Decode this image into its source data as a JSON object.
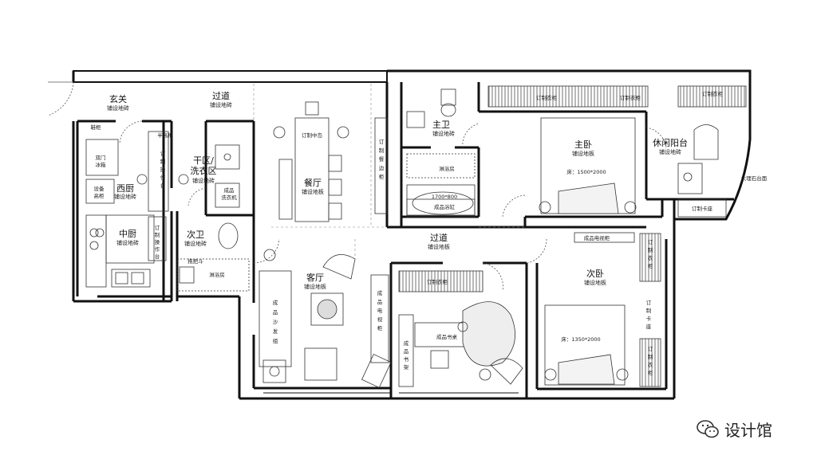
{
  "rooms": {
    "entrance": {
      "name": "玄关",
      "floor": "铺设地砖"
    },
    "corridor_top": {
      "name": "过道",
      "floor": "铺设地砖"
    },
    "western_kitchen": {
      "name": "西厨",
      "floor": "铺设地砖"
    },
    "chinese_kitchen": {
      "name": "中厨",
      "floor": "铺设地砖"
    },
    "dry_laundry": {
      "name": "干区/",
      "name2": "洗衣区",
      "floor": "铺设地砖"
    },
    "dining": {
      "name": "餐厅",
      "floor": "铺设地板"
    },
    "master_bath": {
      "name": "主卫",
      "floor": "铺设地砖"
    },
    "master_bed": {
      "name": "主卧",
      "floor": "铺设地板",
      "bed": "床：1500*2000"
    },
    "leisure_balcony": {
      "name": "休闲阳台",
      "floor": "铺设地砖"
    },
    "second_bath": {
      "name": "次卫",
      "floor": "铺设地砖"
    },
    "corridor_mid": {
      "name": "过道",
      "floor": "铺设地板"
    },
    "living": {
      "name": "客厅",
      "floor": "铺设地板"
    },
    "second_bed": {
      "name": "次卧",
      "floor": "铺设地板",
      "bed": "床：1350*2000"
    }
  },
  "furniture": {
    "shoe_cabinet": "鞋柜",
    "fridge": [
      "双门",
      "冰箱"
    ],
    "tall_cabinet": "半高柜",
    "custom_counter": [
      "订",
      "制",
      "操",
      "作",
      "台"
    ],
    "equipment_cabinet": [
      "设备",
      "高柜"
    ],
    "custom_counter2": [
      "订",
      "制",
      "操",
      "作",
      "台"
    ],
    "washer": [
      "成品",
      "洗衣机"
    ],
    "custom_island": "订制中岛",
    "sideboard": [
      "订",
      "制",
      "餐",
      "边",
      "柜"
    ],
    "shower_master": "淋浴房",
    "bathtub": [
      "1700*800",
      "成品浴缸"
    ],
    "wardrobe_top_1": "订制衣柜",
    "wardrobe_top_2": "订制衣柜",
    "wardrobe_balcony": "订制衣柜",
    "marble_counter": "大理石台面",
    "card_seat": "订制卡座",
    "mop_sink": "拖把斗",
    "shower_second": "淋浴房",
    "sofa": [
      "成",
      "品",
      "沙",
      "发",
      "组"
    ],
    "tv_cabinet_living": [
      "成",
      "品",
      "电",
      "视",
      "柜"
    ],
    "wardrobe_study": "订制衣柜",
    "desk": "成品书桌",
    "bookcase": [
      "成",
      "品",
      "书",
      "架"
    ],
    "tv_cabinet_bed": "成品电视柜",
    "wardrobe_right": [
      "订",
      "制",
      "衣",
      "柜"
    ],
    "card_seat_right": [
      "订",
      "制",
      "卡",
      "座"
    ],
    "wardrobe_right2": [
      "订",
      "制",
      "衣",
      "柜"
    ]
  },
  "watermark": {
    "text": "设计馆",
    "icon": "wechat-icon"
  }
}
